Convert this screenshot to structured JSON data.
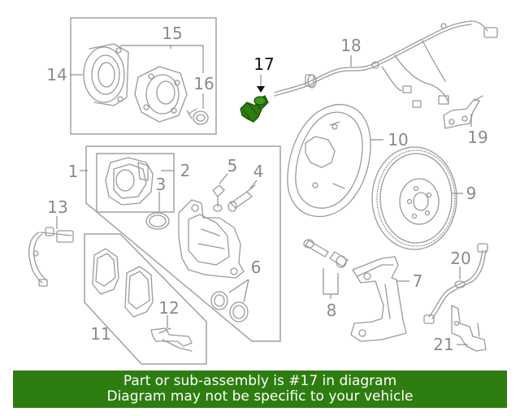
{
  "diagram": {
    "highlight_color": "#2e7d10",
    "labels": {
      "p1": "1",
      "p2": "2",
      "p3": "3",
      "p4": "4",
      "p5": "5",
      "p6": "6",
      "p7": "7",
      "p8": "8",
      "p9": "9",
      "p10": "10",
      "p11": "11",
      "p12": "12",
      "p13": "13",
      "p14": "14",
      "p15": "15",
      "p16": "16",
      "p17": "17",
      "p18": "18",
      "p19": "19",
      "p20": "20",
      "p21": "21"
    }
  },
  "footer": {
    "line1": "Part or sub-assembly is #17 in diagram",
    "line2": "Diagram may not be specific to your vehicle",
    "background": "#2e7d10"
  }
}
